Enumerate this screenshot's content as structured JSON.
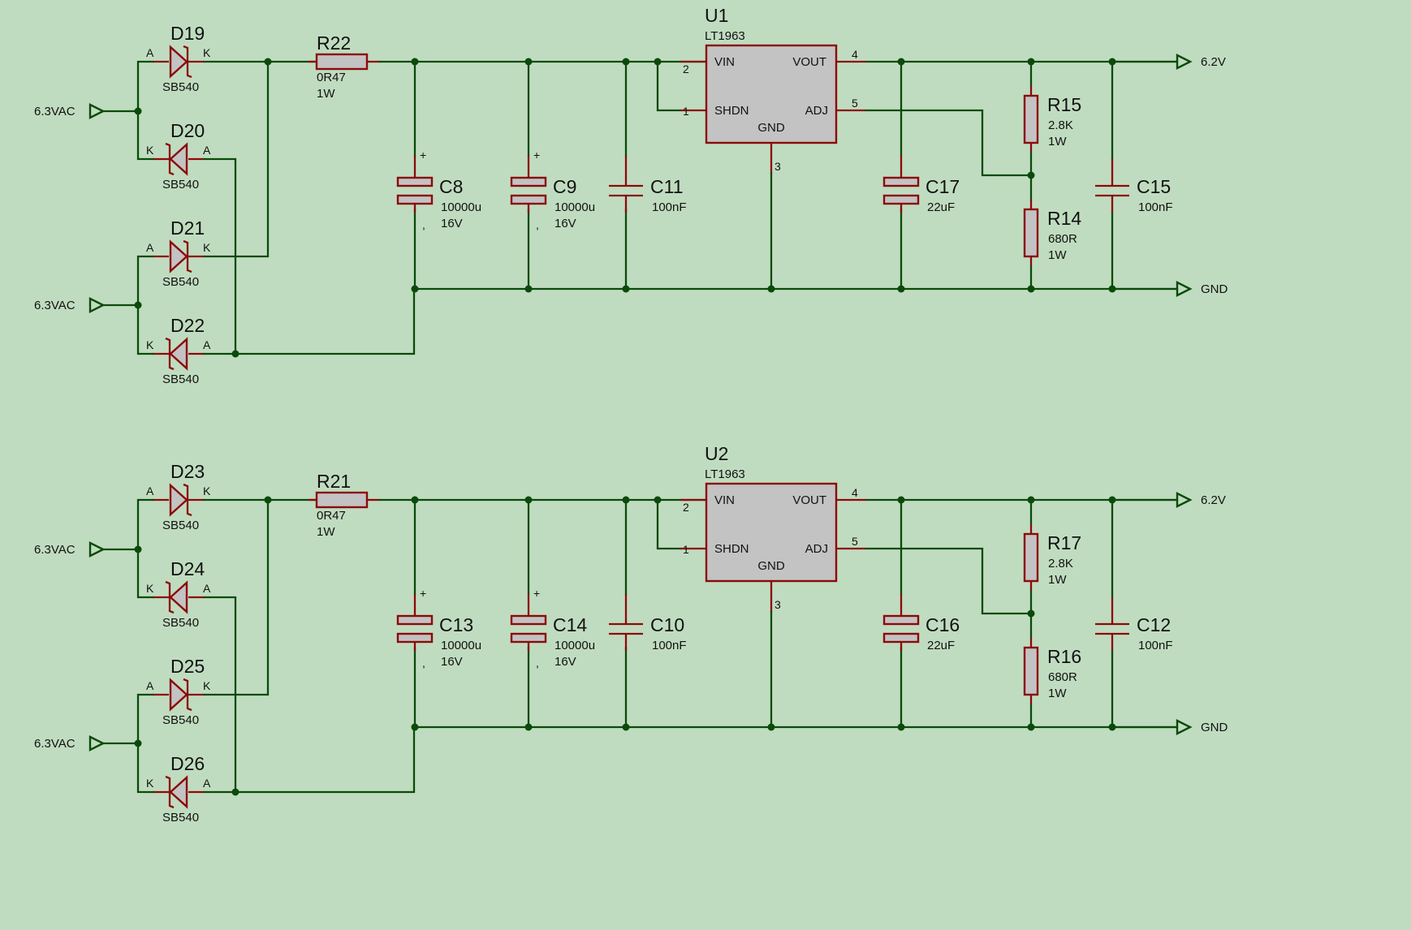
{
  "blocks": [
    {
      "diodes": [
        {
          "ref": "D19",
          "value": "SB540",
          "left_pin": "A",
          "right_pin": "K"
        },
        {
          "ref": "D20",
          "value": "SB540",
          "left_pin": "K",
          "right_pin": "A"
        },
        {
          "ref": "D21",
          "value": "SB540",
          "left_pin": "A",
          "right_pin": "K"
        },
        {
          "ref": "D22",
          "value": "SB540",
          "left_pin": "K",
          "right_pin": "A"
        }
      ],
      "inputs": [
        "6.3VAC",
        "6.3VAC"
      ],
      "resistor_in": {
        "ref": "R22",
        "value": "0R47",
        "rating": "1W"
      },
      "caps": [
        {
          "ref": "C8",
          "value": "10000u",
          "rating": "16V",
          "polar": true
        },
        {
          "ref": "C9",
          "value": "10000u",
          "rating": "16V",
          "polar": true
        },
        {
          "ref": "C11",
          "value": "100nF",
          "rating": "",
          "polar": false
        }
      ],
      "regulator": {
        "ref": "U1",
        "part": "LT1963",
        "vin": "VIN",
        "vout": "VOUT",
        "shdn": "SHDN",
        "adj": "ADJ",
        "gnd": "GND",
        "p_vin": "2",
        "p_shdn": "1",
        "p_vout": "4",
        "p_adj": "5",
        "p_gnd": "3"
      },
      "cap_out": {
        "ref": "C17",
        "value": "22uF"
      },
      "r_top": {
        "ref": "R15",
        "value": "2.8K",
        "rating": "1W"
      },
      "r_bot": {
        "ref": "R14",
        "value": "680R",
        "rating": "1W"
      },
      "cap_last": {
        "ref": "C15",
        "value": "100nF"
      },
      "out_net": "6.2V",
      "gnd_net": "GND"
    },
    {
      "diodes": [
        {
          "ref": "D23",
          "value": "SB540",
          "left_pin": "A",
          "right_pin": "K"
        },
        {
          "ref": "D24",
          "value": "SB540",
          "left_pin": "K",
          "right_pin": "A"
        },
        {
          "ref": "D25",
          "value": "SB540",
          "left_pin": "A",
          "right_pin": "K"
        },
        {
          "ref": "D26",
          "value": "SB540",
          "left_pin": "K",
          "right_pin": "A"
        }
      ],
      "inputs": [
        "6.3VAC",
        "6.3VAC"
      ],
      "resistor_in": {
        "ref": "R21",
        "value": "0R47",
        "rating": "1W"
      },
      "caps": [
        {
          "ref": "C13",
          "value": "10000u",
          "rating": "16V",
          "polar": true
        },
        {
          "ref": "C14",
          "value": "10000u",
          "rating": "16V",
          "polar": true
        },
        {
          "ref": "C10",
          "value": "100nF",
          "rating": "",
          "polar": false
        }
      ],
      "regulator": {
        "ref": "U2",
        "part": "LT1963",
        "vin": "VIN",
        "vout": "VOUT",
        "shdn": "SHDN",
        "adj": "ADJ",
        "gnd": "GND",
        "p_vin": "2",
        "p_shdn": "1",
        "p_vout": "4",
        "p_adj": "5",
        "p_gnd": "3"
      },
      "cap_out": {
        "ref": "C16",
        "value": "22uF"
      },
      "r_top": {
        "ref": "R17",
        "value": "2.8K",
        "rating": "1W"
      },
      "r_bot": {
        "ref": "R16",
        "value": "680R",
        "rating": "1W"
      },
      "cap_last": {
        "ref": "C12",
        "value": "100nF"
      },
      "out_net": "6.2V",
      "gnd_net": "GND"
    }
  ],
  "colors": {
    "background": "#c0dcc0",
    "wire": "#0a4a0a",
    "component": "#8b0a0a",
    "body": "#c3c3c3"
  }
}
